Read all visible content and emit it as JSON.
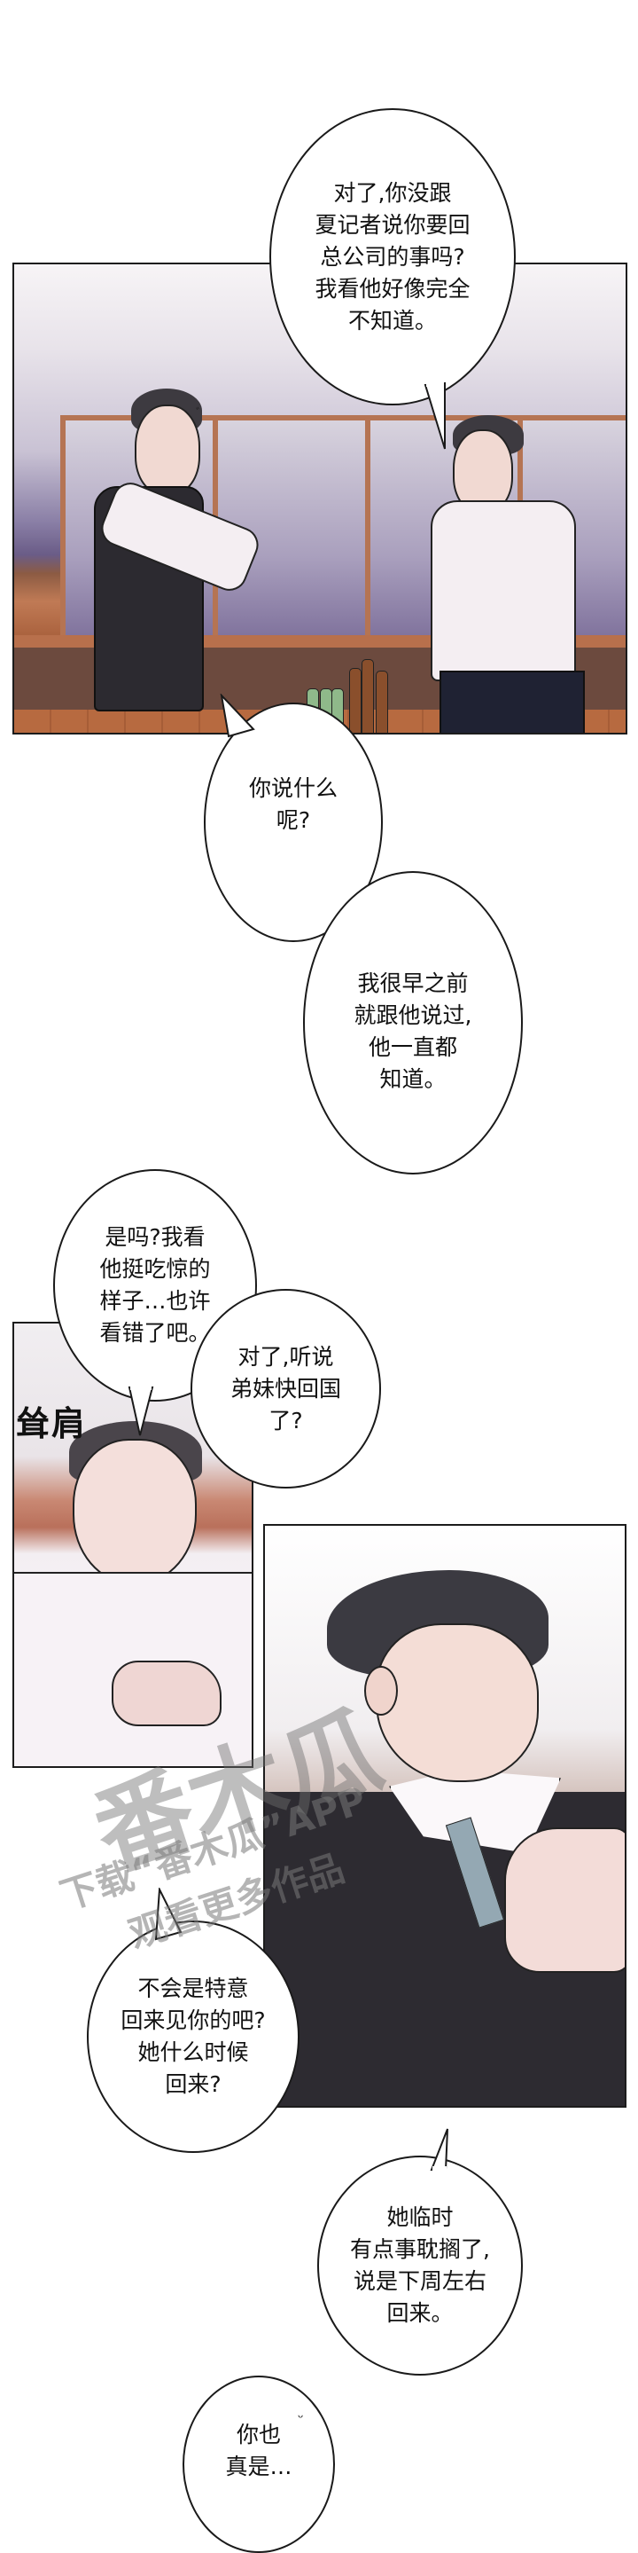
{
  "page": {
    "top_cut_text": "",
    "watermark": {
      "logo_text": "番木瓜",
      "line1": "下载“番木瓜”APP",
      "line2": "观看更多作品"
    }
  },
  "panels": [
    {
      "id": "panel-1",
      "description": "Two men talking across a table at a restaurant, rainy window behind",
      "bubbles": [
        {
          "text": "对了,你没跟\n夏记者说你要回\n总公司的事吗?\n我看他好像完全\n不知道。"
        },
        {
          "text": "你说什么\n呢?"
        },
        {
          "text": "我很早之前\n就跟他说过,\n他一直都\n知道。"
        }
      ]
    },
    {
      "id": "panel-2",
      "sfx": "耸肩",
      "bubbles": [
        {
          "text": "是吗?我看\n他挺吃惊的\n样子…也许\n看错了吧。"
        },
        {
          "text": "对了,听说\n弟妹快回国\n了?"
        }
      ]
    },
    {
      "id": "panel-3",
      "bubbles": [
        {
          "text": "不会是特意\n回来见你的吧?\n她什么时候\n回来?"
        },
        {
          "text": "她临时\n有点事耽搁了,\n说是下周左右\n回来。"
        },
        {
          "text": "你也\n真是…"
        }
      ]
    }
  ],
  "colors": {
    "bubble_border": "#1a1a1a",
    "panel_border": "#1c1c1c",
    "wood": "#b76a40",
    "window": "#a99fbd"
  }
}
